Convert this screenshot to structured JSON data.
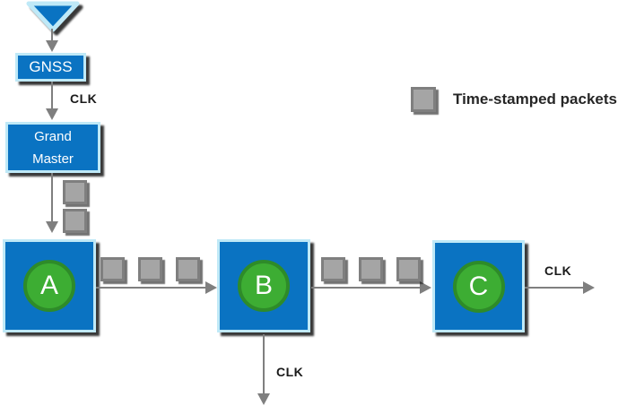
{
  "diagram": {
    "nodes": {
      "gnss": {
        "label": "GNSS"
      },
      "grand_master": {
        "label": "Grand Master"
      },
      "node_a": {
        "label": "A"
      },
      "node_b": {
        "label": "B"
      },
      "node_c": {
        "label": "C"
      }
    },
    "labels": {
      "clk_gnss_to_grandmaster": "CLK",
      "clk_node_b_output": "CLK",
      "clk_node_c_output": "CLK"
    },
    "legend": {
      "label": "Time-stamped packets"
    },
    "packets": {
      "grandmaster_to_a": 2,
      "a_to_b": 3,
      "b_to_c": 3
    },
    "colors": {
      "node_fill": "#0a73c2",
      "node_border": "#bfe9f7",
      "circle_fill": "#3dad33",
      "circle_border": "#2e8b29",
      "packet_fill": "#a5a5a5",
      "packet_border": "#7f7f7f",
      "arrow": "#7f7f7f",
      "text": "#1a1a1a"
    }
  }
}
